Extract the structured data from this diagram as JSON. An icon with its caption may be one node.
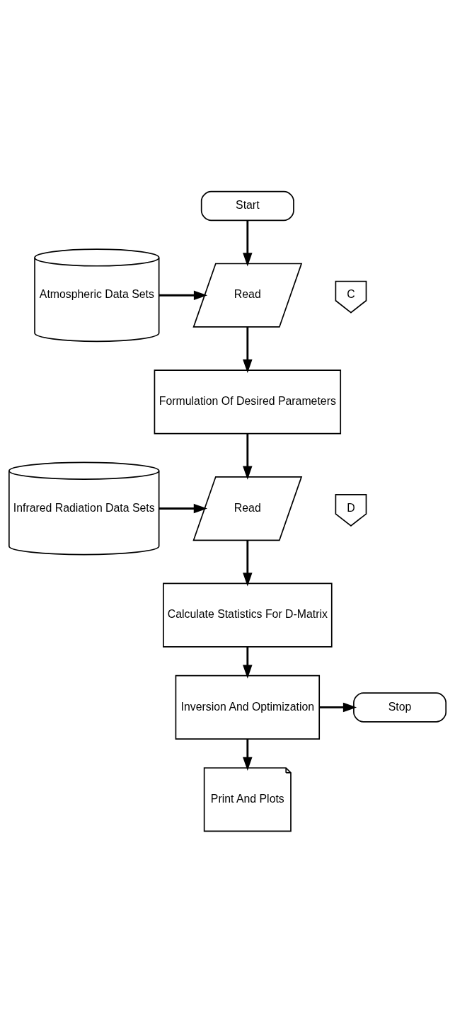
{
  "diagram": {
    "nodes": [
      {
        "text": [
          "Start"
        ]
      },
      {
        "text": [
          "Read"
        ]
      },
      {
        "text": [
          "Atmospheric Data Sets"
        ]
      },
      {
        "text": [
          "C"
        ]
      },
      {
        "text": [
          "Formulation Of Desired Parameters"
        ]
      },
      {
        "text": [
          "Read"
        ]
      },
      {
        "text": [
          "Infrared Radiation Data Sets"
        ]
      },
      {
        "text": [
          "D"
        ]
      },
      {
        "text": [
          "Calculate Statistics For D-Matrix"
        ]
      },
      {
        "text": [
          "Inversion And Optimization"
        ]
      },
      {
        "text": [
          "Stop"
        ]
      },
      {
        "text": [
          "Print And Plots"
        ]
      }
    ],
    "edges": [
      {
        "from": 0,
        "to": 1,
        "arrow": "to"
      },
      {
        "from": 2,
        "to": 1,
        "arrow": "to"
      },
      {
        "from": 1,
        "to": 4,
        "arrow": "to"
      },
      {
        "from": 4,
        "to": 5,
        "arrow": "to"
      },
      {
        "from": 6,
        "to": 5,
        "arrow": "to"
      },
      {
        "from": 5,
        "to": 8,
        "arrow": "to"
      },
      {
        "from": 8,
        "to": 9,
        "arrow": "to"
      },
      {
        "from": 9,
        "to": 10,
        "arrow": "to"
      },
      {
        "from": 9,
        "to": 11,
        "arrow": "to"
      }
    ]
  }
}
